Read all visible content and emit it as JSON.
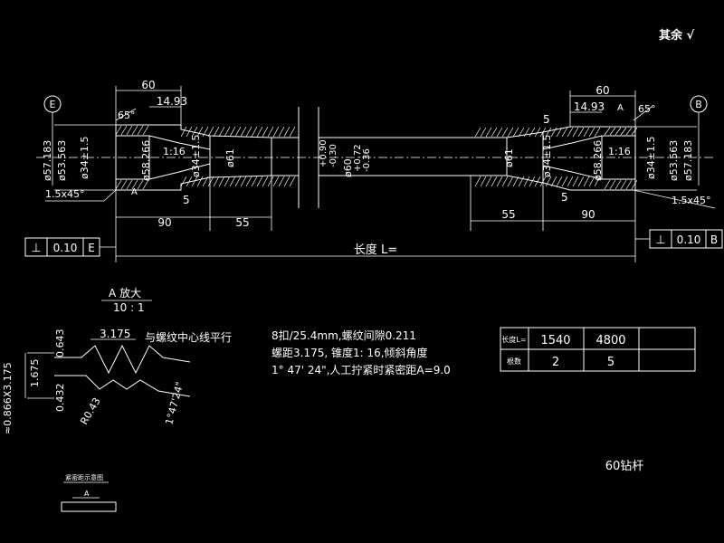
{
  "header": {
    "surface_note": "其余 √"
  },
  "datums": {
    "left": "E",
    "right": "B"
  },
  "left_end": {
    "len_60": "60",
    "len_1493": "14.93",
    "angle_65": "65°",
    "dia_57183": "ø57.183",
    "dia_53563": "ø53.563",
    "dia_34": "ø34±1.5",
    "dia_58266": "ø58.266",
    "taper": "1:16",
    "dia_34b": "ø34±1.5",
    "dia_61": "ø61",
    "chamfer": "1.5x45°",
    "mark_a": "A",
    "mark_5": "5",
    "len_90": "90",
    "len_55": "55"
  },
  "middle": {
    "tol_top": "+0.90",
    "tol_bot": "-0.30",
    "dia_60": "ø60",
    "tol_b": "+0.72",
    "tol_c": "-0.36",
    "dia_61": "ø61"
  },
  "right_end": {
    "len_60": "60",
    "len_1493": "14.93",
    "mark_a": "A",
    "angle_65": "65°",
    "mark_5": "5",
    "dia_34": "ø34±1.5",
    "dia_58266": "ø58.266",
    "taper": "1:16",
    "dia_34b": "ø34±1.5",
    "dia_53563": "ø53.563",
    "dia_57183": "ø57.183",
    "chamfer": "1.5x45°",
    "mark_5b": "5",
    "len_55": "55",
    "len_90": "90"
  },
  "tolerance_frames": {
    "left": {
      "symbol": "⊥",
      "value": "0.10",
      "datum": "E"
    },
    "right": {
      "symbol": "⊥",
      "value": "0.10",
      "datum": "B"
    }
  },
  "length_label": "长度 L=",
  "detail": {
    "title": "A 放大",
    "scale": "10 : 1",
    "pitch": "3.175",
    "parallel_note": "与螺纹中心线平行",
    "d_0643": "0.643",
    "d_1675": "1.675",
    "d_0432": "0.432",
    "r_043": "R0.43",
    "angle": "1°47'24\"",
    "depth": "≈0.866X3.175"
  },
  "notes": {
    "line1": "8扣/25.4mm,螺纹间隙0.211",
    "line2": "螺距3.175, 锥度1: 16,倾斜角度",
    "line3": "1° 47' 24\",人工拧紧时紧密距A=9.0"
  },
  "table": {
    "rows": [
      [
        "长度L=",
        "1540",
        "4800",
        ""
      ],
      [
        "根数",
        "2",
        "5",
        ""
      ]
    ]
  },
  "part_name": "60钻杆",
  "small_view": {
    "title": "紧密距示意图",
    "mark": "A"
  }
}
